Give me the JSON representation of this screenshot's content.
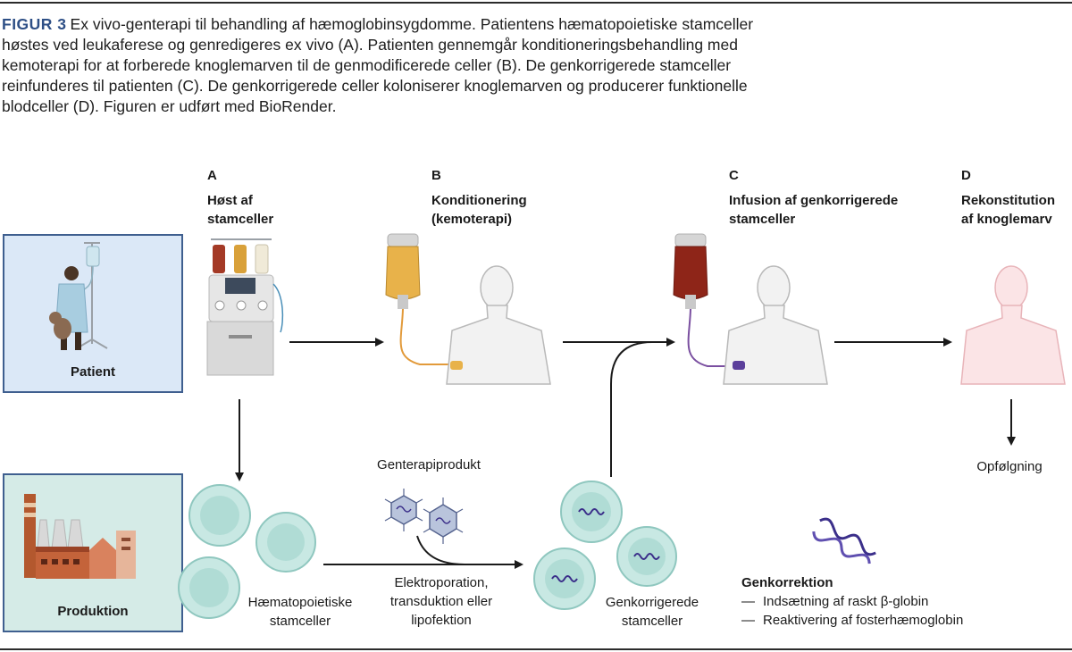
{
  "caption": {
    "figure_label": "FIGUR 3",
    "text": "Ex vivo-genterapi til behandling af hæmoglobinsygdomme. Patientens hæmatopoietiske stamceller høstes ved leukaferese og genredigeres ex vivo (A). Patienten gennemgår konditioneringsbehandling med kemoterapi for at forberede knoglemarven til de genmodificerede celler (B). De genkorrigerede stamceller reinfunderes til patienten (C). De genkorrigerede celler koloniserer knoglemarven og producerer funktionelle blodceller (D). Figuren er udført med BioRender."
  },
  "steps": [
    {
      "letter": "A",
      "title_line1": "Høst af",
      "title_line2": "stamceller"
    },
    {
      "letter": "B",
      "title_line1": "Konditionering",
      "title_line2": "(kemoterapi)"
    },
    {
      "letter": "C",
      "title_line1": "Infusion af genkorrigerede",
      "title_line2": "stamceller"
    },
    {
      "letter": "D",
      "title_line1": "Rekonstitution",
      "title_line2": "af knoglemarv"
    }
  ],
  "side_labels": {
    "patient": "Patient",
    "production": "Produktion"
  },
  "labels": {
    "followup": "Opfølgning",
    "gene_product": "Genterapiprodukt",
    "hsc_line1": "Hæmatopoietiske",
    "hsc_line2": "stamceller",
    "method_line1": "Elektroporation,",
    "method_line2": "transduktion eller",
    "method_line3": "lipofektion",
    "corrected_line1": "Genkorrigerede",
    "corrected_line2": "stamceller"
  },
  "gene_correction": {
    "title": "Genkorrektion",
    "items": [
      "Indsætning af raskt β-globin",
      "Reaktivering af fosterhæmoglobin"
    ],
    "dash": "—"
  },
  "colors": {
    "patient_box_bg": "#dbe8f7",
    "production_box_bg": "#d5ebe7",
    "box_border": "#3f5f8f",
    "cell_fill": "#c8e8e3",
    "cell_stroke": "#8fc7bf",
    "body_fill": "#f2f2f2",
    "body_stroke": "#b9b9b9",
    "reconstituted_fill": "#fbe4e6",
    "dna": "#3b2f8a",
    "figure_label": "#2e4f86"
  },
  "icons": [
    "child-patient-icon",
    "factory-icon",
    "apheresis-machine-icon",
    "chemo-bag-icon",
    "blood-bag-icon",
    "human-silhouette-icon",
    "virus-vector-icon",
    "dna-icon",
    "stem-cell-icon"
  ]
}
